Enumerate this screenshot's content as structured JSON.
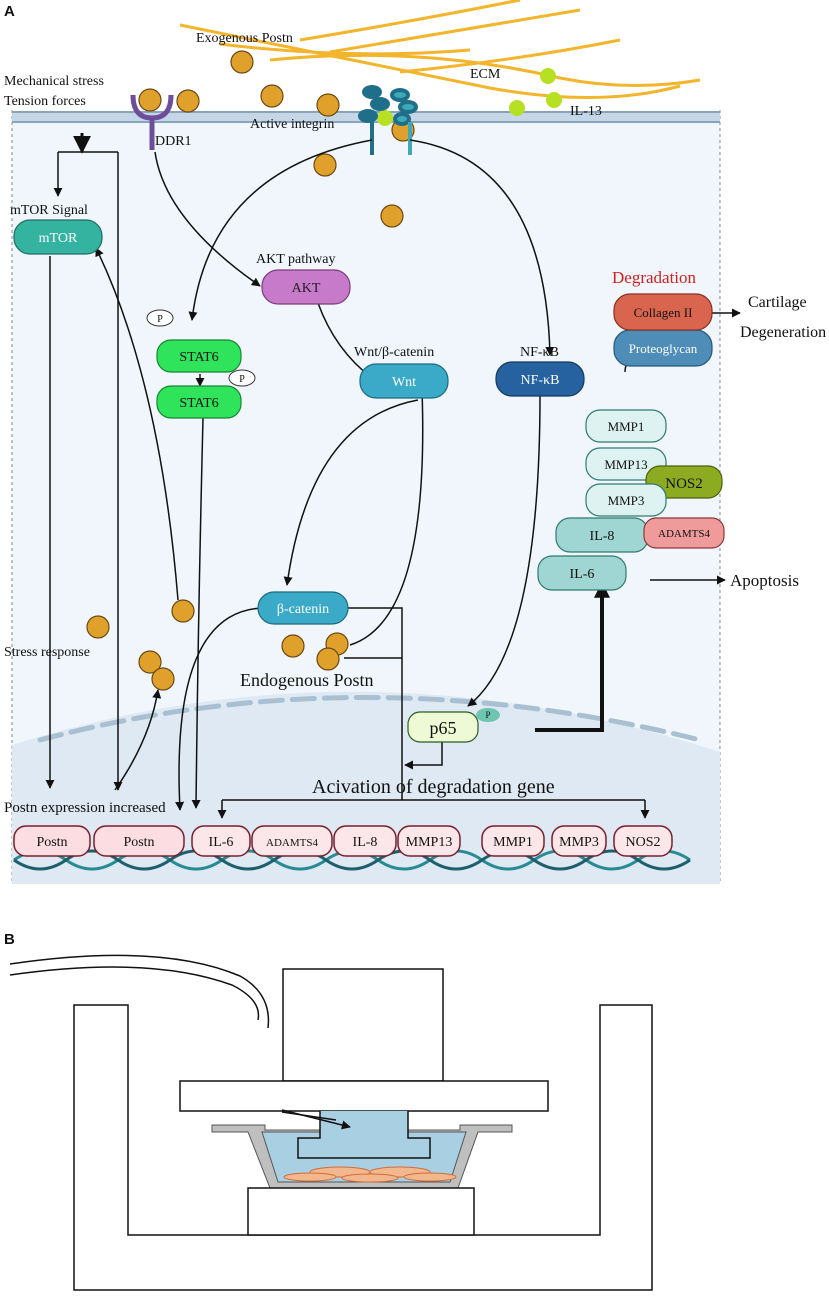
{
  "panels": {
    "a": "A",
    "b": "B"
  },
  "top": {
    "exogenous": "Exogenous Postn",
    "ecm": "ECM",
    "il13": "IL-13",
    "mechanical": "Mechanical stress",
    "tension": "Tension forces",
    "ddr1": "DDR1",
    "integrin": "Active integrin"
  },
  "pathways": {
    "mtor_signal": "mTOR Signal",
    "mtor": "mTOR",
    "akt_pathway": "AKT pathway",
    "akt": "AKT",
    "p": "P",
    "stat6": "STAT6",
    "stat6_p": "STAT6",
    "wnt_label": "Wnt/β-catenin",
    "wnt": "Wnt",
    "nfkb_label": "NF-κB",
    "nfkb": "NF-κB",
    "bcatenin": "β-catenin",
    "endogenous": "Endogenous Postn",
    "stress_response": "Stress response",
    "p65": "p65"
  },
  "right": {
    "degradation": "Degradation",
    "collagen": "Collagen II",
    "proteoglycan": "Proteoglycan",
    "cartilage": "Cartilage",
    "degeneration": "Degeneration",
    "mmp1": "MMP1",
    "mmp13": "MMP13",
    "nos2": "NOS2",
    "mmp3": "MMP3",
    "il8": "IL-8",
    "adamts4": "ADAMTS4",
    "il6": "IL-6",
    "apoptosis": "Apoptosis"
  },
  "nucleus": {
    "postn_increased": "Postn  expression increased",
    "activation": "Acivation  of  degradation gene",
    "genes": [
      "Postn",
      "Postn",
      "IL-6",
      "ADAMTS4",
      "IL-8",
      "MMP13",
      "MMP1",
      "MMP3",
      "NOS2"
    ]
  },
  "colors": {
    "mtor": "#33b3a0",
    "akt": "#c77ac9",
    "stat6": "#2fe35a",
    "wnt": "#3aaac8",
    "nfkb": "#25629f",
    "collagen": "#d9654f",
    "proteoglycan": "#4d8db8",
    "nos2": "#8cab21",
    "adamts4": "#ef9b9b",
    "postn_dot": "#e0a12c",
    "il13_dot": "#b8e023",
    "ecm_fiber": "#f2b52c"
  }
}
